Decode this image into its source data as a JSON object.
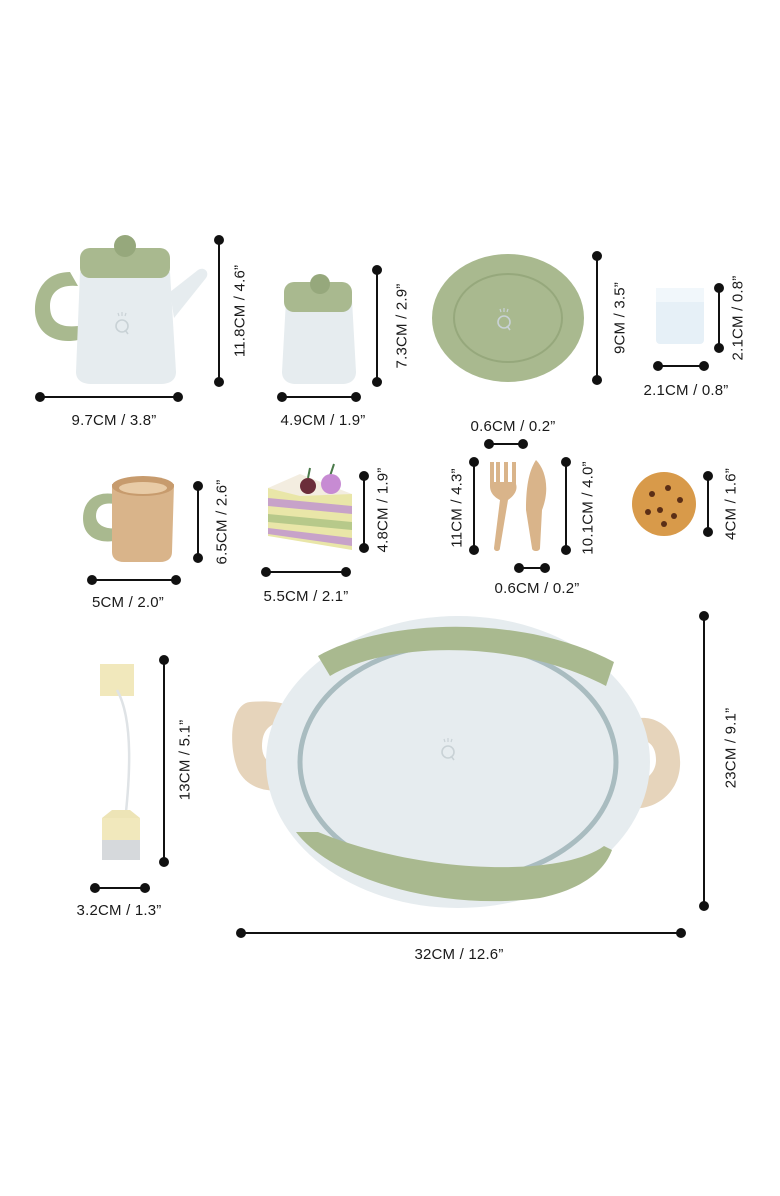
{
  "colors": {
    "sage": "#a9b98f",
    "sage_dark": "#96a87c",
    "pale_blue": "#e6ecef",
    "wood": "#d9b48a",
    "wood_dark": "#c79b6d",
    "ink": "#111111"
  },
  "items": {
    "teapot": {
      "width_label": "9.7CM / 3.8”",
      "height_label": "11.8CM / 4.6”"
    },
    "sugar_pot": {
      "width_label": "4.9CM / 1.9”",
      "height_label": "7.3CM / 2.9”"
    },
    "plate": {
      "height_label": "9CM / 3.5”"
    },
    "sugar_cube": {
      "width_label": "2.1CM / 0.8”",
      "height_label": "2.1CM / 0.8”"
    },
    "cup": {
      "width_label": "5CM / 2.0”",
      "height_label": "6.5CM / 2.6”"
    },
    "cake": {
      "width_label": "5.5CM / 2.1”",
      "height_label": "4.8CM / 1.9”"
    },
    "fork": {
      "width_label": "0.6CM / 0.2”",
      "height_label": "11CM / 4.3”"
    },
    "knife": {
      "width_label": "0.6CM / 0.2”",
      "height_label": "10.1CM / 4.0”"
    },
    "cookie": {
      "height_label": "4CM / 1.6”"
    },
    "tea_bag": {
      "width_label": "3.2CM / 1.3”",
      "height_label": "13CM / 5.1”"
    },
    "tray": {
      "width_label": "32CM / 12.6”",
      "height_label": "23CM / 9.1”"
    }
  }
}
